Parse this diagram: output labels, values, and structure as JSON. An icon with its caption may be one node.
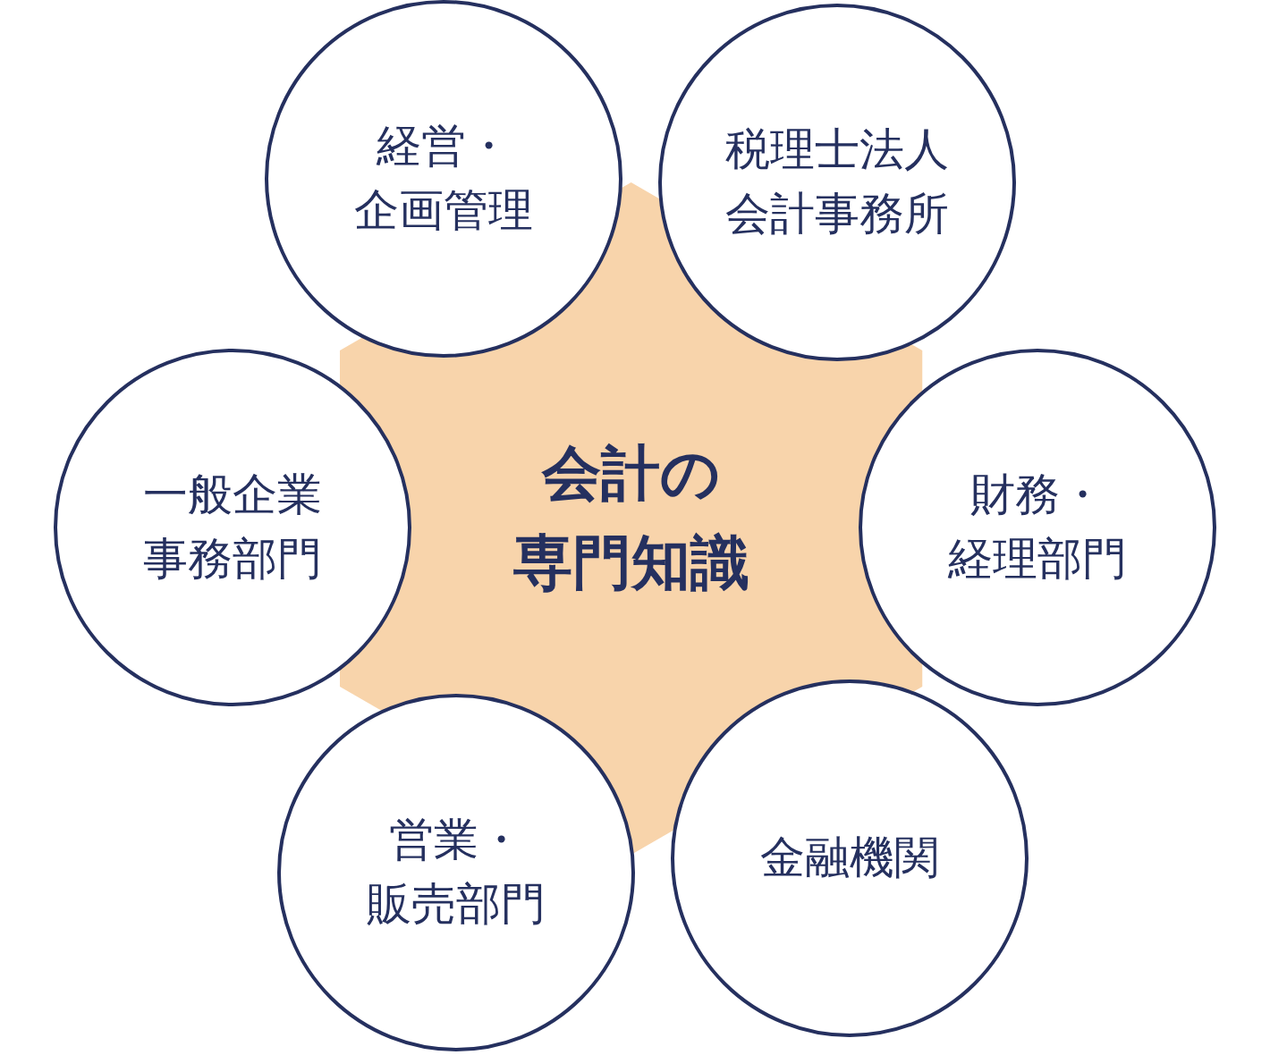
{
  "diagram": {
    "nodes": [
      {
        "text": [
          "会計の専門知識"
        ]
      },
      {
        "text": [
          "経営・企画管理"
        ]
      },
      {
        "text": [
          "税理士法人会計事務所"
        ]
      },
      {
        "text": [
          "一般企業事務部門"
        ]
      },
      {
        "text": [
          "財務・経理部門"
        ]
      },
      {
        "text": [
          "営業・販売部門"
        ]
      },
      {
        "text": [
          "金融機関"
        ]
      }
    ]
  }
}
